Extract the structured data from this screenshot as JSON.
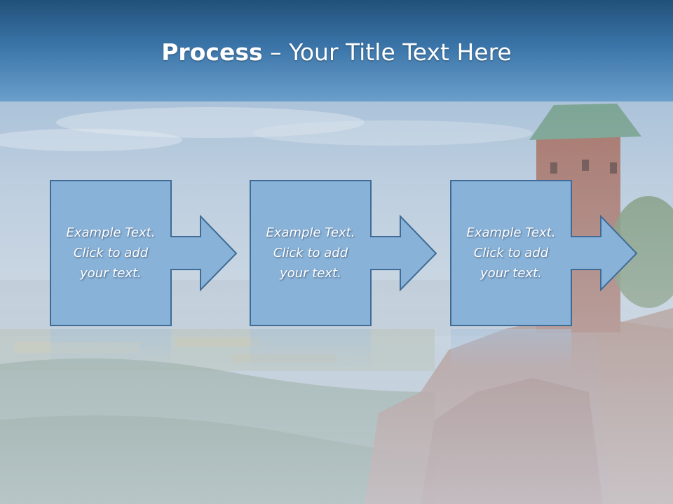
{
  "slide": {
    "title_bold": "Process",
    "title_rest": " – Your Title Text Here",
    "steps": [
      {
        "text": "Example Text. Click  to add your text."
      },
      {
        "text": "Example Text. Click  to add your text."
      },
      {
        "text": "Example Text. Click  to add your text."
      }
    ]
  },
  "colors": {
    "header_dark": "#215179",
    "header_light": "#6a9fcc",
    "box_fill": "#89b2d8",
    "box_stroke": "#3f6c96",
    "text": "#ffffff"
  }
}
